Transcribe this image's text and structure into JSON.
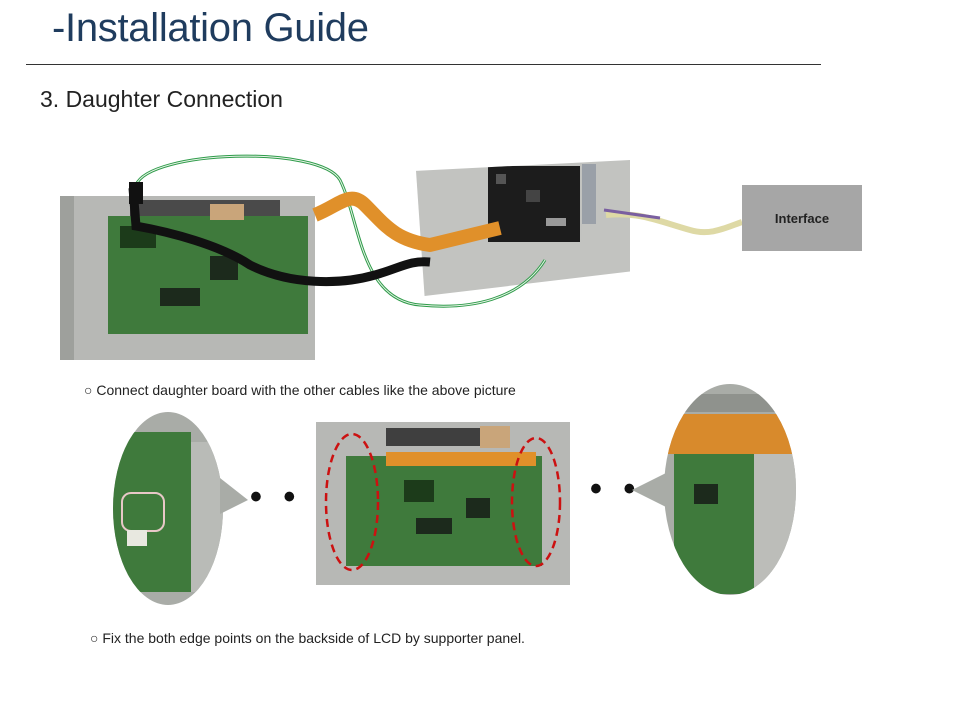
{
  "page": {
    "title": "-Installation Guide",
    "section_title": "3. Daughter Connection"
  },
  "labels": {
    "interface": "Interface",
    "dots_left": "• •",
    "dots_right": "• •"
  },
  "captions": {
    "connect": "○ Connect daughter board with the other cables like the above picture",
    "fix": "○ Fix the both edge points on the backside of LCD by supporter panel."
  },
  "colors": {
    "title": "#1f3c5e",
    "pcb_green": "#3f7a3c",
    "flex_cable": "#e0902a",
    "highlight_oval": "#cc1111",
    "interface_box": "#a6a6a6"
  }
}
